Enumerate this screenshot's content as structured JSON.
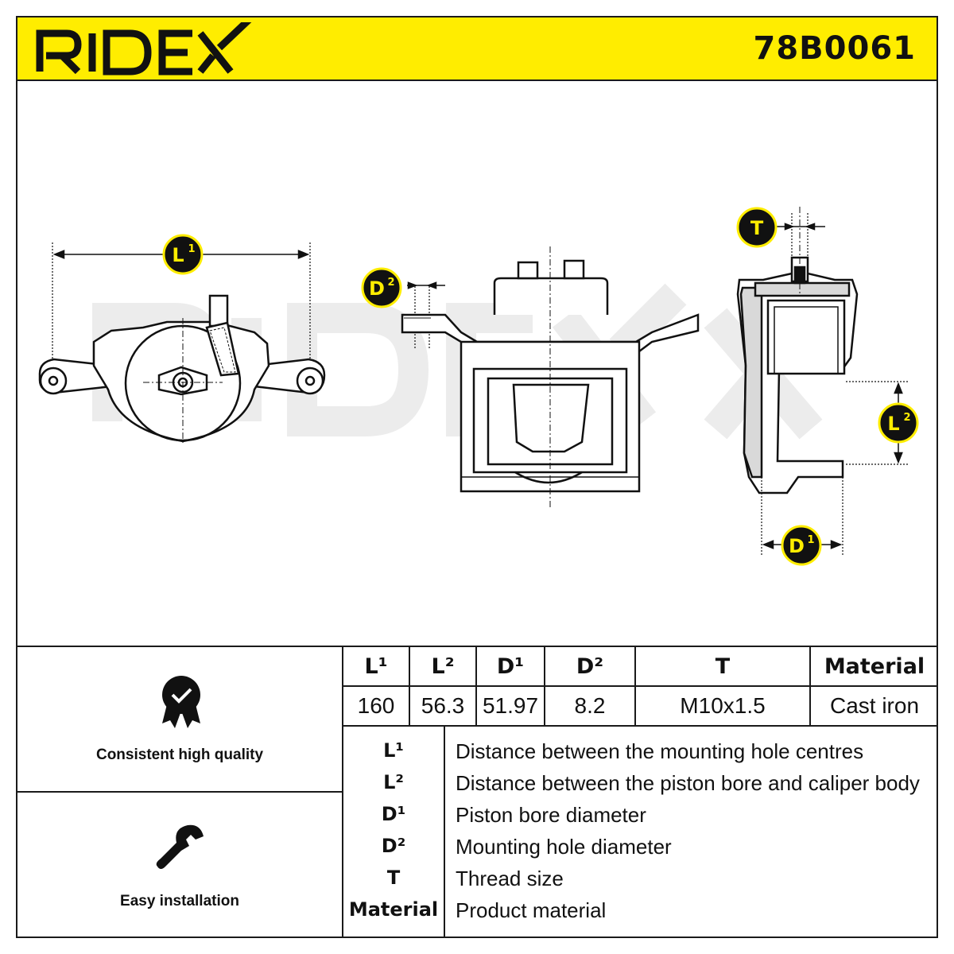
{
  "header": {
    "brand": "RIDEX",
    "part_number": "78B0061"
  },
  "drawing": {
    "labels": {
      "l1": "L",
      "l2": "L",
      "d1": "D",
      "d2": "D",
      "t": "T",
      "sup1": "1",
      "sup2": "2"
    }
  },
  "features": [
    {
      "label": "Consistent high quality",
      "icon": "quality-badge-icon"
    },
    {
      "label": "Easy installation",
      "icon": "wrench-icon"
    }
  ],
  "spec_table": {
    "headers": [
      "L¹",
      "L²",
      "D¹",
      "D²",
      "T",
      "Material"
    ],
    "values": [
      "160",
      "56.3",
      "51.97",
      "8.2",
      "M10x1.5",
      "Cast iron"
    ]
  },
  "legend": [
    {
      "key": "L¹",
      "text": "Distance between the mounting hole centres"
    },
    {
      "key": "L²",
      "text": "Distance between the piston bore and caliper body"
    },
    {
      "key": "D¹",
      "text": "Piston bore diameter"
    },
    {
      "key": "D²",
      "text": "Mounting hole diameter"
    },
    {
      "key": "T",
      "text": "Thread size"
    },
    {
      "key": "Material",
      "text": "Product material"
    }
  ],
  "colors": {
    "accent": "#ffed00",
    "ink": "#1a1a1a",
    "watermark": "#ececec"
  }
}
